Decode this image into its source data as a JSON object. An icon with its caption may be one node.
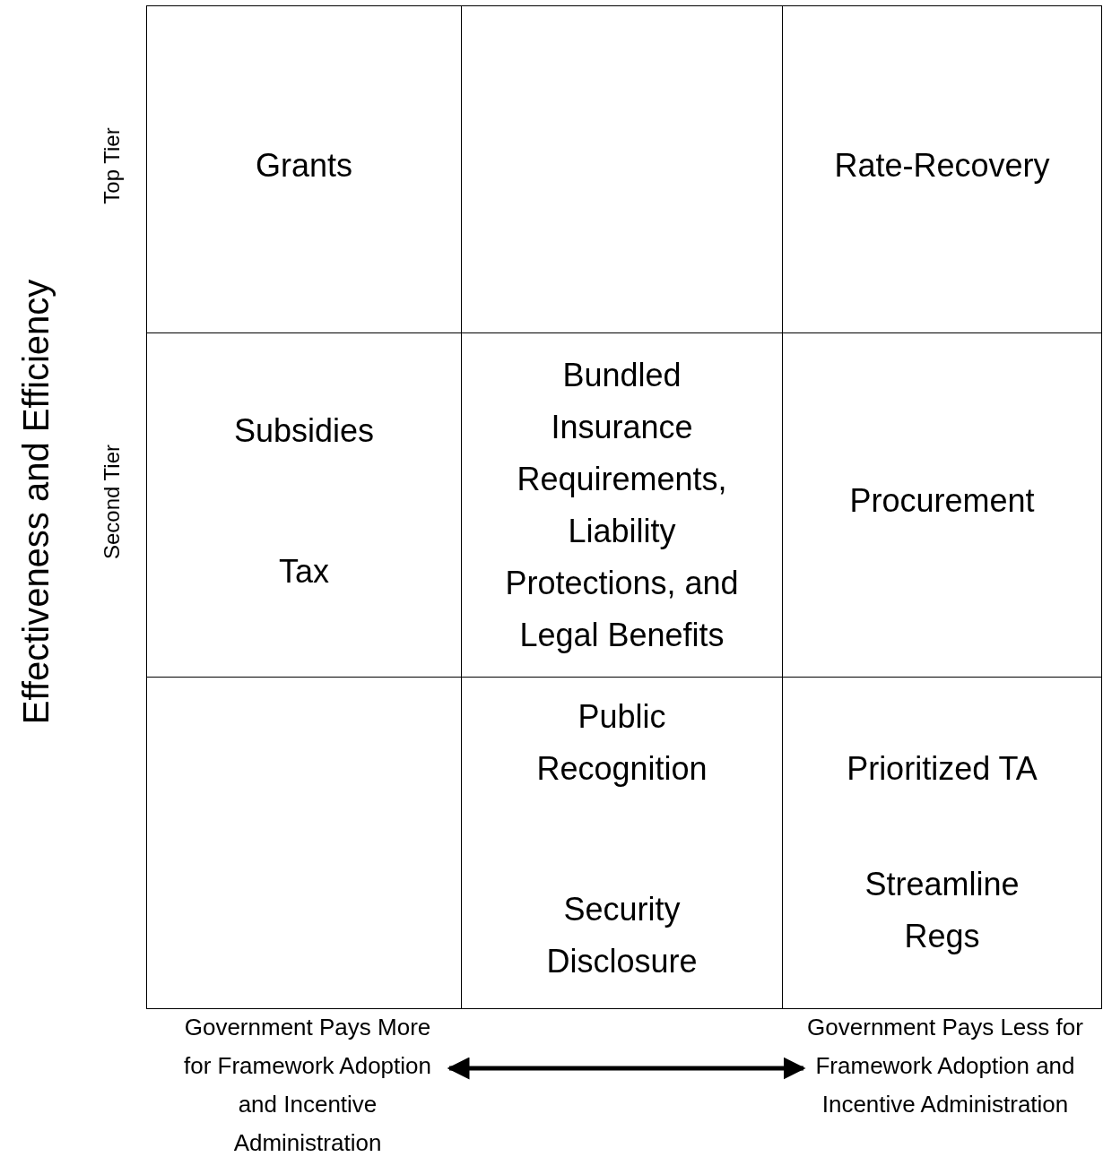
{
  "diagram": {
    "nodes": [
      {
        "text": [
          "Grants"
        ]
      },
      {
        "text": [],
        "shape": "box"
      },
      {
        "text": [
          "Rate-Recovery"
        ]
      },
      {
        "text": [
          "Subsidies",
          "Tax"
        ]
      },
      {
        "text": [
          "Bundled Insurance Requirements, Liability Protections, and Legal Benefits"
        ]
      },
      {
        "text": [
          "Procurement"
        ]
      },
      {
        "text": [],
        "shape": "box"
      },
      {
        "text": [
          "Public Recognition",
          "Security Disclosure"
        ]
      },
      {
        "text": [
          "Prioritized TA",
          "Streamline Regs"
        ]
      },
      {
        "text": [
          "Government Pays More for Framework Adoption and Incentive Administration"
        ]
      },
      {
        "text": [
          "Government Pays Less for Framework Adoption and Incentive Administration"
        ]
      }
    ],
    "edges": [
      {
        "from": 9,
        "to": 10,
        "arrow": "both"
      }
    ],
    "labels": [
      "Effectiveness and Efficiency",
      "Top Tier",
      "Second Tier"
    ]
  }
}
